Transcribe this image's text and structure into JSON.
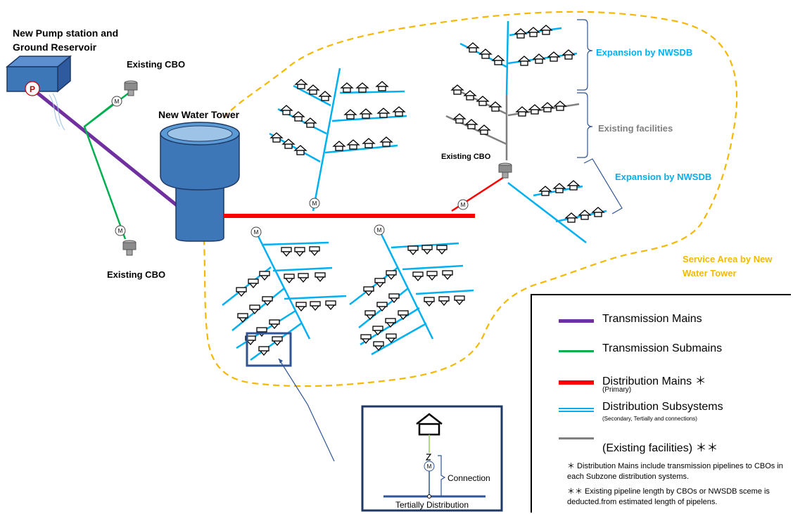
{
  "labels": {
    "pump_station": [
      "New Pump station and",
      "Ground Reservoir"
    ],
    "existing_cbo_top": "Existing  CBO",
    "existing_cbo_left": "Existing  CBO",
    "new_water_tower": "New Water Tower",
    "existing_cbo_right": "Existing CBO",
    "expansion_top": "Expansion by NWSDB",
    "existing_facilities": "Existing facilities",
    "expansion_right": "Expansion by NWSDB",
    "service_area": [
      "Service Area by New",
      "Water Tower"
    ],
    "pump_symbol": "P",
    "meter_symbol": "M",
    "inset_connection": "Connection",
    "inset_tertiary": "Tertially Distribution"
  },
  "legend": {
    "items": [
      {
        "label": "Transmission Mains",
        "sub": "",
        "color": "#7030a0"
      },
      {
        "label": "Transmission Submains",
        "sub": "",
        "color": "#00b050"
      },
      {
        "label": "Distribution Mains ＊",
        "sub": "(Primary)",
        "color": "#ff0000"
      },
      {
        "label": "Distribution Subsystems",
        "sub": "(Secondary, Tertially and connections)",
        "color": "#00b0f0"
      },
      {
        "label": "(Existing facilities) ＊＊",
        "sub": "",
        "color": "#808080"
      }
    ],
    "note1": "＊ Distribution Mains include transmission pipelines to CBOs in each Subzone distribution systems.",
    "note2": "＊＊ Existing pipeline length by CBOs or NWSDB sceme is deducted.from estimated length of pipelens."
  },
  "colors": {
    "transmission_mains": "#7030a0",
    "transmission_submains": "#00b050",
    "distribution_mains": "#ff0000",
    "distribution_sub": "#00b0f0",
    "existing": "#808080",
    "service_area": "#f5b800",
    "label_blue": "#00b0f0",
    "label_gray": "#808080",
    "label_orange": "#f5b800",
    "tower": "#3d77b8"
  }
}
